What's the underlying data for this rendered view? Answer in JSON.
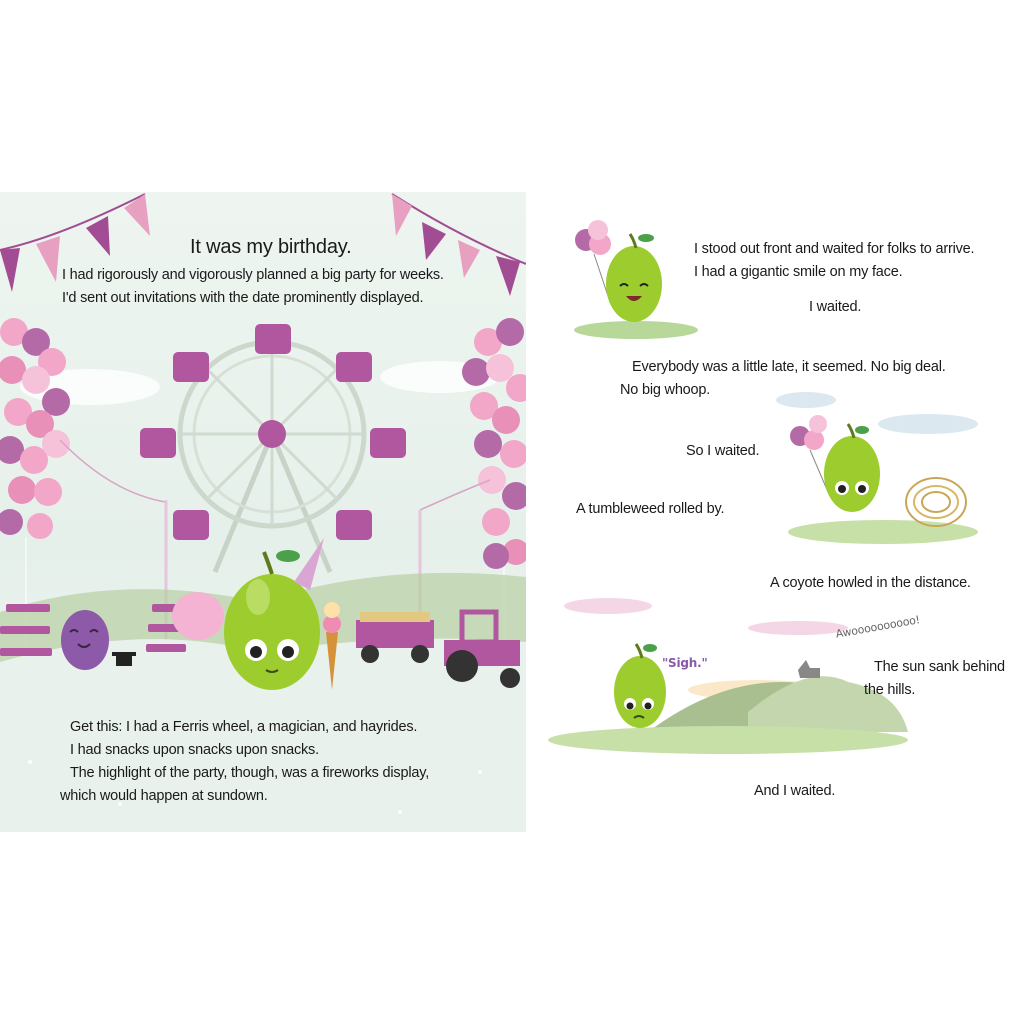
{
  "left_page": {
    "title": "It was my birthday.",
    "para1": [
      "I had rigorously and vigorously planned a big party for weeks.",
      "I'd sent out invitations with the date prominently displayed."
    ],
    "para2": [
      "Get this: I had a Ferris wheel, a magician, and hayrides.",
      "I had snacks upon snacks upon snacks.",
      "The highlight of the party, though, was a fireworks display,",
      "which would happen at sundown."
    ]
  },
  "right_page": {
    "lines": [
      "I stood out front and waited for folks to arrive.",
      "I had a gigantic smile on my face.",
      "I waited.",
      "Everybody was a little late, it seemed. No big deal.",
      "No big whoop.",
      "So I waited.",
      "A tumbleweed rolled by.",
      "A coyote howled in the distance.",
      "The sun sank behind",
      "the hills.",
      "And I waited."
    ],
    "sigh": "\"Sigh.\"",
    "howl": "Awoooooooooo!"
  },
  "colors": {
    "grape_green": "#9ccc2e",
    "bunting_pink": "#e8a0c0",
    "bunting_purple": "#a24d93",
    "balloon_pink": "#f2a6c8",
    "balloon_purple": "#b56aa8",
    "ferris_purple": "#b0579f",
    "hill_green": "#b8cfa4"
  }
}
